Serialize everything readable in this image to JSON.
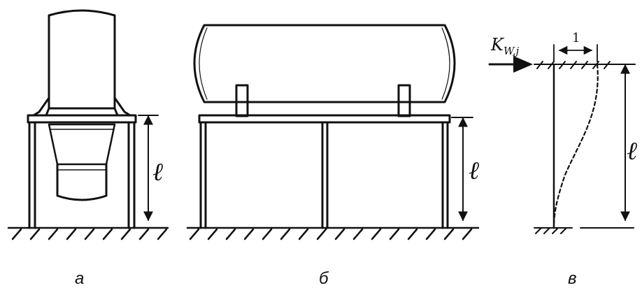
{
  "figure": {
    "panels": [
      {
        "id": "a",
        "caption": "а",
        "length_label": "ℓ"
      },
      {
        "id": "b",
        "caption": "б",
        "length_label": "ℓ"
      },
      {
        "id": "v",
        "caption": "в",
        "length_label": "ℓ",
        "force_label": "K",
        "force_subscript": "W,j",
        "deflection_label": "1"
      }
    ]
  }
}
